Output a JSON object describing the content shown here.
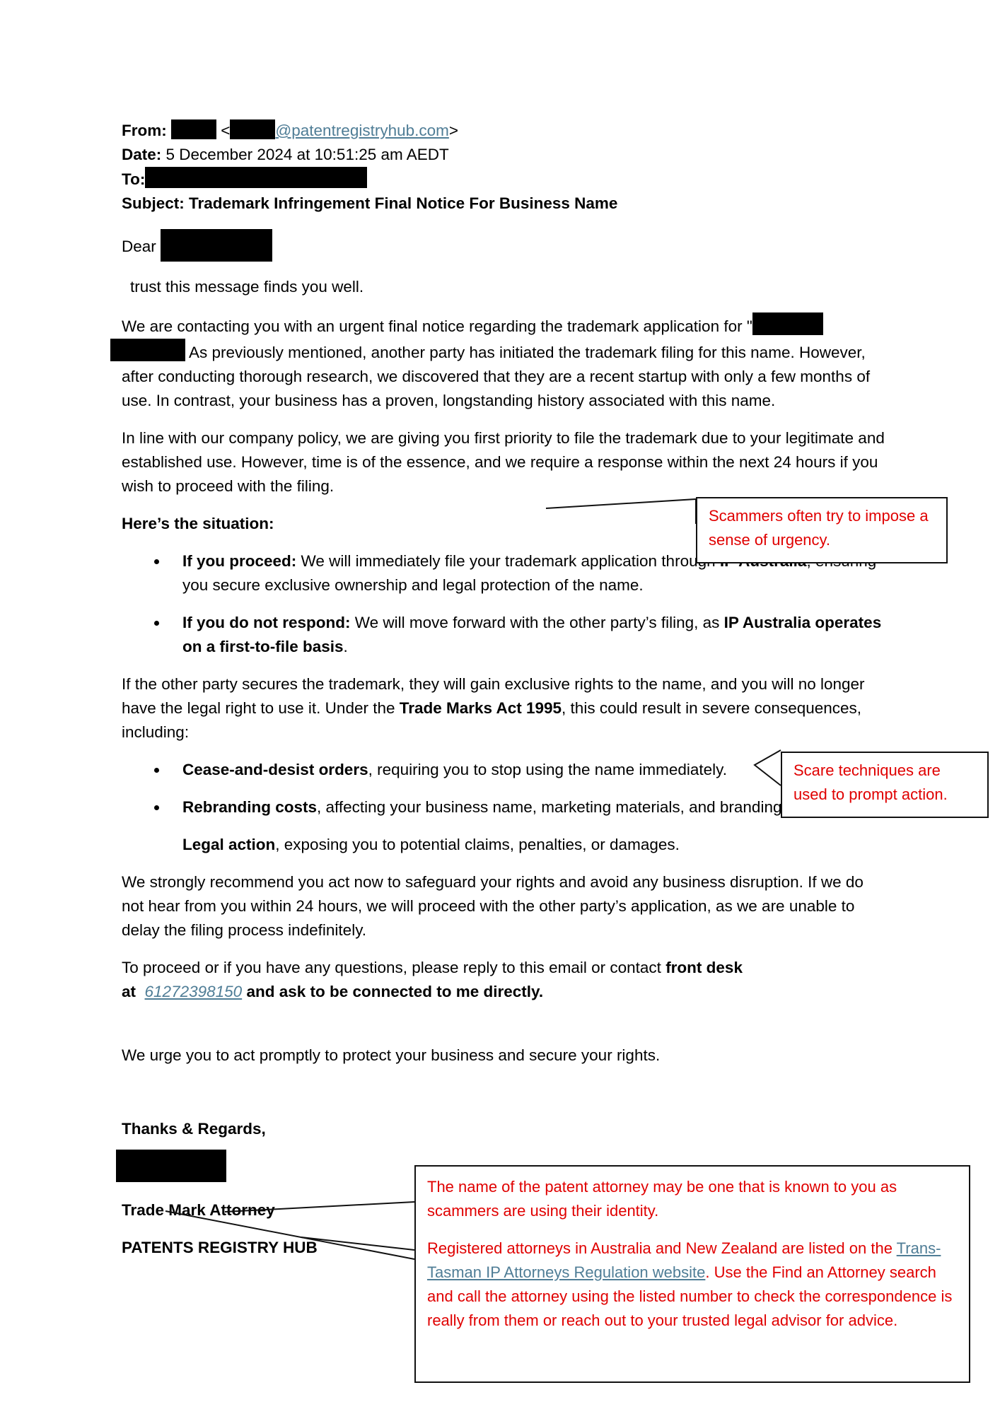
{
  "email": {
    "from_label": "From:",
    "from_domain": "@patentregistryhub.com",
    "date_label": "Date:",
    "date_value": "5 December 2024 at 10:51:25 am AEDT",
    "to_label": "To:",
    "subject_label": "Subject:",
    "subject_value": "Trademark Infringement Final Notice For Business Name"
  },
  "body": {
    "greeting": "Dear",
    "intro": "trust this message finds you well.",
    "p1_a": "We are contacting you with an urgent final notice regarding the trademark application for \"",
    "p1_b": "As previously mentioned, another party has initiated the trademark filing for this name. However, after conducting thorough research, we discovered that they are a recent startup with only a few months of use. In contrast, your business has a proven, longstanding history associated with this name.",
    "p2": "In line with our company policy, we are giving you first priority to file the trademark due to your legitimate and established use. However, time is of the essence, and we require a response within the next 24 hours if you wish to proceed with the filing.",
    "situation_heading": "Here’s the situation:",
    "bullet1_bold": "If you proceed:",
    "bullet1_a": " We will immediately file your trademark application through ",
    "bullet1_ip": "IP Australia",
    "bullet1_b": ", ensuring you secure exclusive ownership and legal protection of the name.",
    "bullet2_bold": "If you do not respond:",
    "bullet2_a": " We will move forward with the other party’s filing, as ",
    "bullet2_ip": "IP Australia operates on a first-to-file basis",
    "bullet2_b": ".",
    "p3_a": "If the other party secures the trademark, they will gain exclusive rights to the name, and you will no longer have the legal right to use it. Under the ",
    "p3_act": "Trade Marks Act 1995",
    "p3_b": ", this could result in severe consequences, including:",
    "c1_bold": "Cease-and-desist orders",
    "c1_rest": ", requiring you to stop using the name immediately.",
    "c2_bold": "Rebranding costs",
    "c2_rest": ", affecting your business name, marketing materials, and branding assets.",
    "c3_bold": "Legal action",
    "c3_rest": ", exposing you to potential claims, penalties, or damages.",
    "p4": "We strongly recommend you act now to safeguard your rights and avoid any business disruption. If we do not hear from you within 24 hours, we will proceed with the other party’s application, as we are unable to delay the filing process indefinitely.",
    "p5_a": "To proceed or if you have any questions, please reply to this email or contact ",
    "p5_desk": "front desk",
    "p5_at": "at",
    "p5_phone": "61272398150",
    "p5_b": " and ask to be connected to me directly.",
    "p6": "We urge you to act promptly to protect your business and secure your rights.",
    "closing": "Thanks & Regards,",
    "sig_title": "Trade Mark Attorney",
    "sig_company": "PATENTS REGISTRY HUB"
  },
  "callouts": {
    "urgency": "Scammers often try to impose a sense of urgency.",
    "scare": "Scare techniques are used to prompt action.",
    "attorney_name": "The name of the patent attorney may be one that is known to you as scammers are using their identity.",
    "registered_a": "Registered attorneys in Australia and New Zealand are listed on the ",
    "registered_link": "Trans-Tasman IP Attorneys Regulation website",
    "registered_b": ". Use the Find an Attorney search and call the attorney using the listed number to check the correspondence is really from them or reach out to your trusted legal advisor for advice."
  }
}
